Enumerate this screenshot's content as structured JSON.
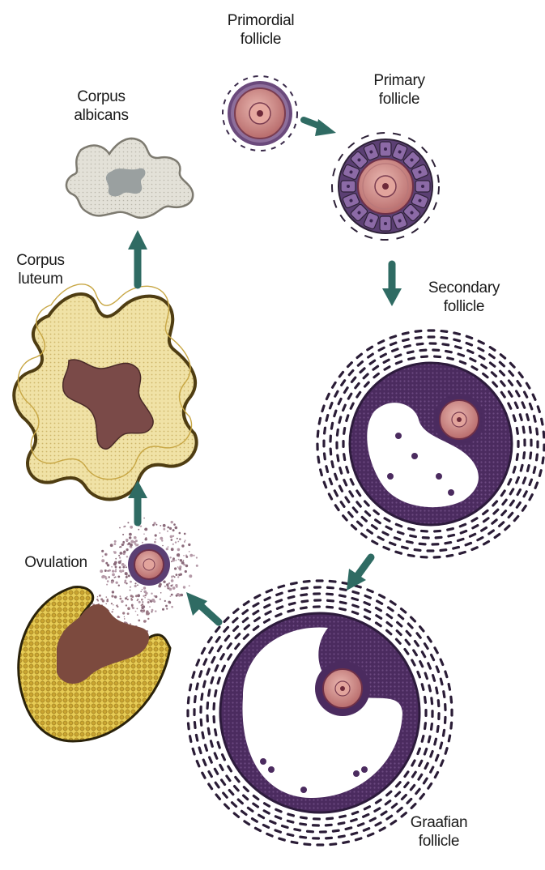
{
  "labels": {
    "primordial": [
      "Primordial",
      "follicle"
    ],
    "primary": [
      "Primary",
      "follicle"
    ],
    "secondary": [
      "Secondary",
      "follicle"
    ],
    "graafian": [
      "Graafian",
      "follicle"
    ],
    "ovulation": [
      "Ovulation"
    ],
    "corpus_luteum": [
      "Corpus",
      "luteum"
    ],
    "corpus_albicans": [
      "Corpus",
      "albicans"
    ]
  },
  "colors": {
    "arrow": "#2f6b63",
    "granulosa": "#4a2a5e",
    "oocyte": "#c98a86",
    "oocyte_ring": "#7a3c50",
    "luteum_fill": "#f0e2a6",
    "luteum_border": "#5b4a1e",
    "luteum_core": "#7a4a48",
    "albicans_fill": "#dedcd2",
    "albicans_core": "#9aa0a0",
    "ovary_tissue": "#d3b33a"
  }
}
